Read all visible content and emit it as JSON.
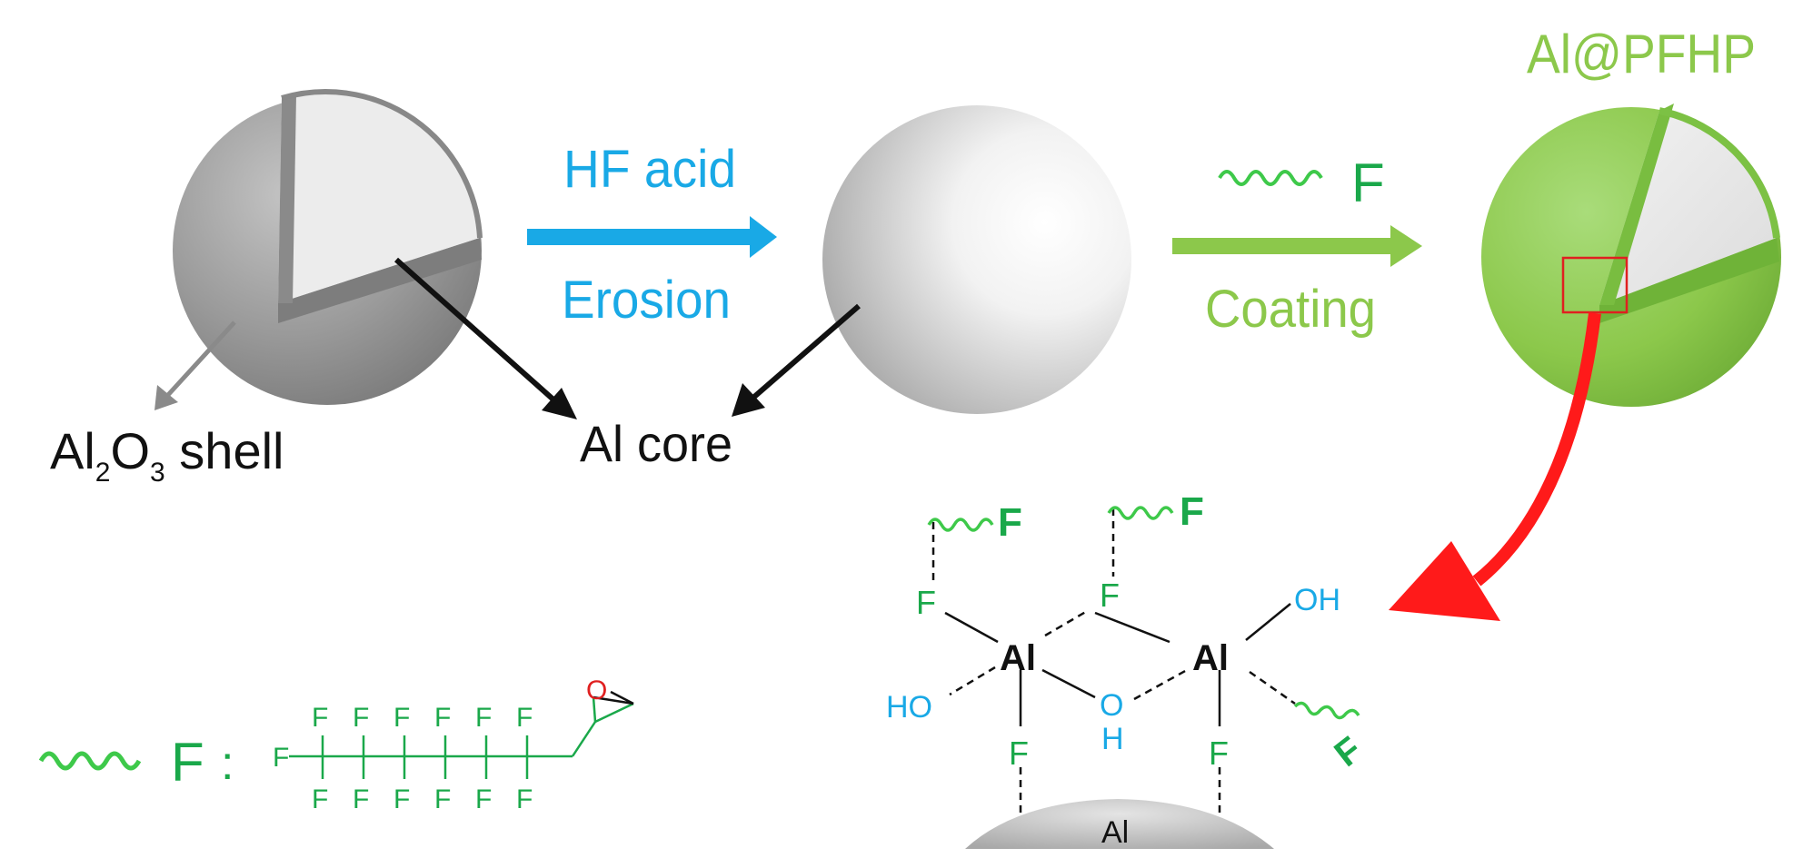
{
  "labels": {
    "product": "Al@PFHP",
    "step1_top": "HF acid",
    "step1_bottom": "Erosion",
    "step2_top": "F",
    "step2_bottom": "Coating",
    "shell_prefix": "Al",
    "shell_sub1": "2",
    "shell_mid": "O",
    "shell_sub2": "3",
    "shell_suffix": " shell",
    "core": "Al core"
  },
  "legend": {
    "symbol": "F",
    "separator": ":",
    "chain_atom": "F",
    "epoxide_atom": "O"
  },
  "structure": {
    "aluminum": "Al",
    "fluorine": "F",
    "hydroxyl": "OH",
    "hydroxyl_left": "HO",
    "bridge_o": "O",
    "bridge_h": "H",
    "substrate": "Al"
  },
  "colors": {
    "blue": "#19a9e6",
    "green_light": "#8cc84b",
    "green_dark": "#1aa84a",
    "red": "#ff1a1a",
    "gray_sphere": "#9e9e9e",
    "black": "#111111"
  }
}
